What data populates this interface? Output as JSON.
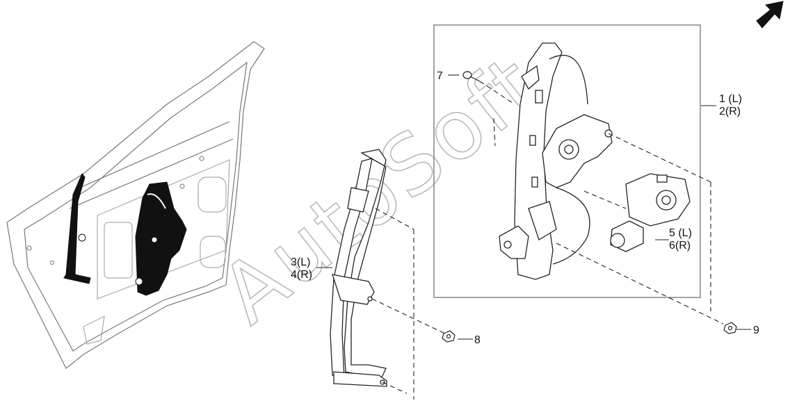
{
  "diagram": {
    "watermark": "AutoSoft",
    "direction_arrow_icon": "arrow-up-right-icon",
    "callouts": [
      {
        "id": "c7",
        "lines": [
          "7"
        ]
      },
      {
        "id": "c1",
        "lines": [
          "1 (L)",
          "2(R)"
        ]
      },
      {
        "id": "c3",
        "lines": [
          "3(L)",
          "4(R)"
        ]
      },
      {
        "id": "c5",
        "lines": [
          "5 (L)",
          "6(R)"
        ]
      },
      {
        "id": "c8",
        "lines": [
          "8"
        ]
      },
      {
        "id": "c9",
        "lines": [
          "9"
        ]
      }
    ]
  }
}
